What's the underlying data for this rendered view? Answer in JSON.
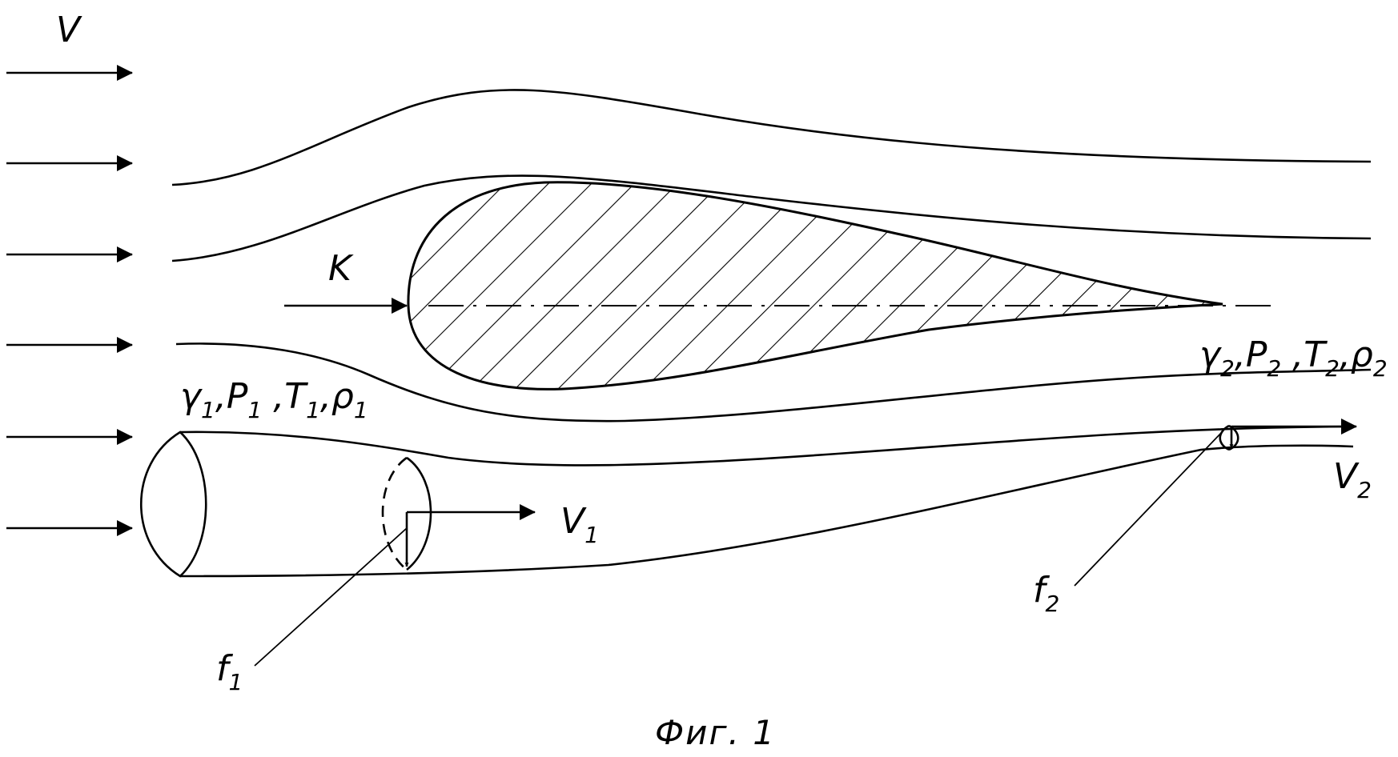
{
  "labels": {
    "free_stream": "V",
    "body_point": "K",
    "inlet_params": [
      "γ",
      "1",
      ",P",
      "1",
      " ,T",
      "1",
      ",ρ",
      "1"
    ],
    "outlet_params": [
      "γ",
      "2",
      ",P",
      "2",
      " ,T",
      "2",
      ",ρ",
      "2"
    ],
    "v1": [
      "V",
      "1"
    ],
    "v2": [
      "V",
      "2"
    ],
    "f1": [
      "f",
      "1"
    ],
    "f2": [
      "f",
      "2"
    ],
    "caption": "Фиг. 1"
  },
  "colors": {
    "ink": "#000000",
    "paper": "#ffffff"
  }
}
